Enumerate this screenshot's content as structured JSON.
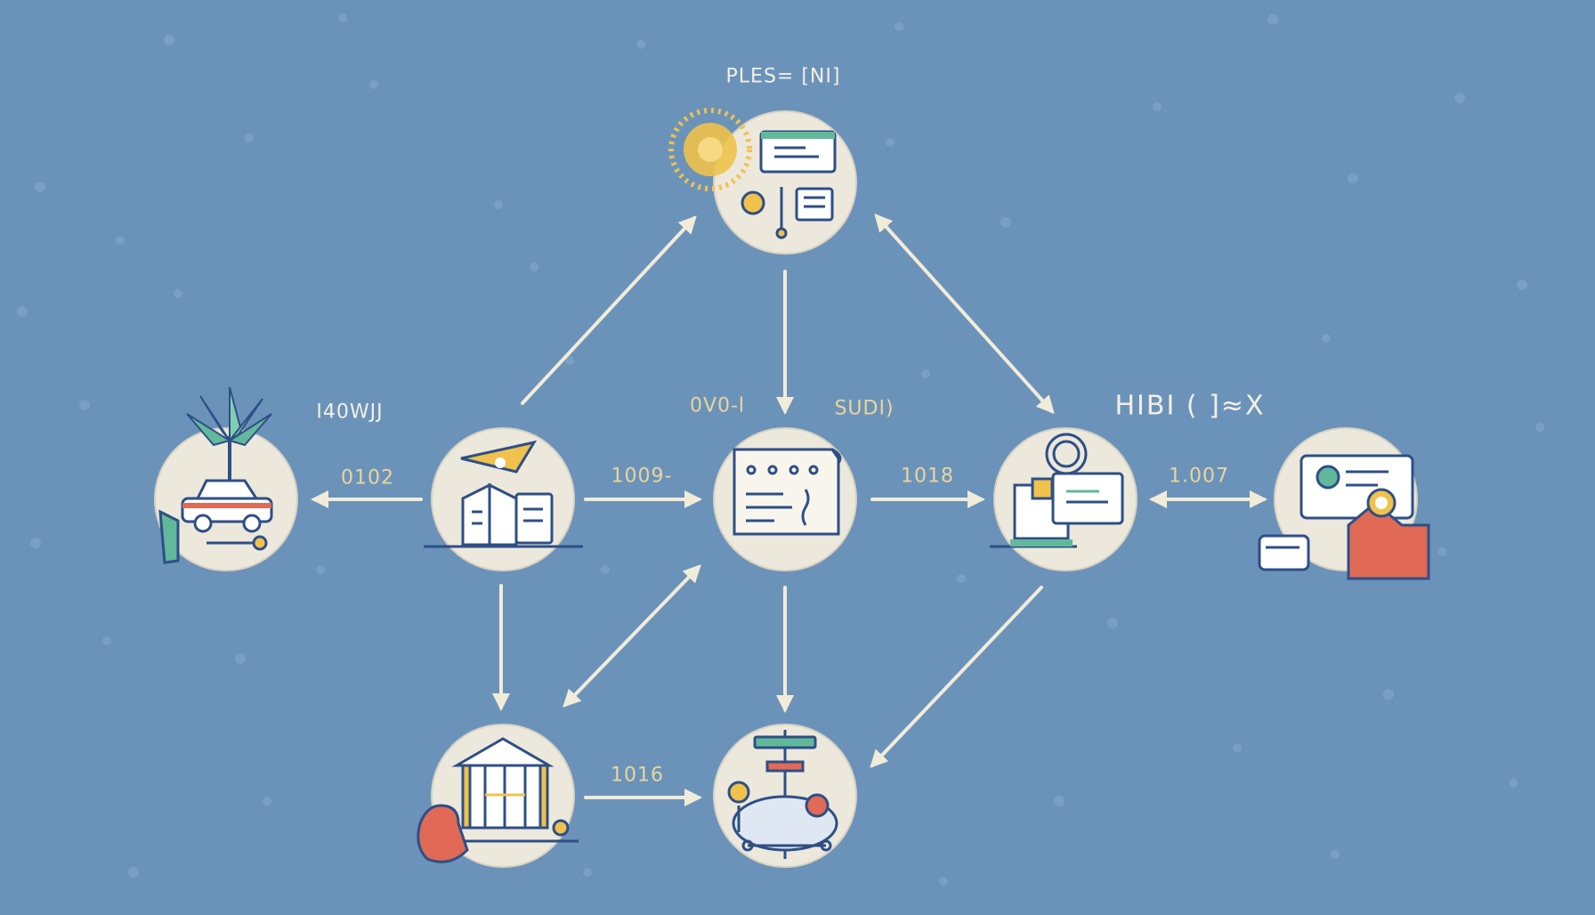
{
  "labels": {
    "top": "PLES= [NI]",
    "left_mid": "I40WJJ",
    "center_left": "0V0-l",
    "center_right": "SUDI)",
    "right": "HIBI ( ]≈X",
    "edge_far_left": "0102",
    "edge_mid_left": "1009-",
    "edge_mid_right": "1018",
    "edge_far_right": "1.007",
    "edge_bottom": "1016"
  },
  "colors": {
    "background": "#6b93ba",
    "node_fill": "#ece8dc",
    "arrow": "#f1ecd8",
    "label_accent": "#ead59a",
    "icon_blue": "#2e4f86",
    "icon_yellow": "#f0c24b",
    "icon_red": "#e06a55",
    "icon_green": "#62b89a"
  },
  "nodes": [
    {
      "id": "top",
      "icon": "dashboard-settings-icon"
    },
    {
      "id": "far-left",
      "icon": "car-palm-tree-icon"
    },
    {
      "id": "left",
      "icon": "documents-folder-icon"
    },
    {
      "id": "center",
      "icon": "checklist-document-icon"
    },
    {
      "id": "right",
      "icon": "monitor-workstation-icon"
    },
    {
      "id": "far-right",
      "icon": "computer-mailbox-icon"
    },
    {
      "id": "bottom-left",
      "icon": "building-money-bag-icon"
    },
    {
      "id": "bottom-center",
      "icon": "globe-network-icon"
    }
  ]
}
